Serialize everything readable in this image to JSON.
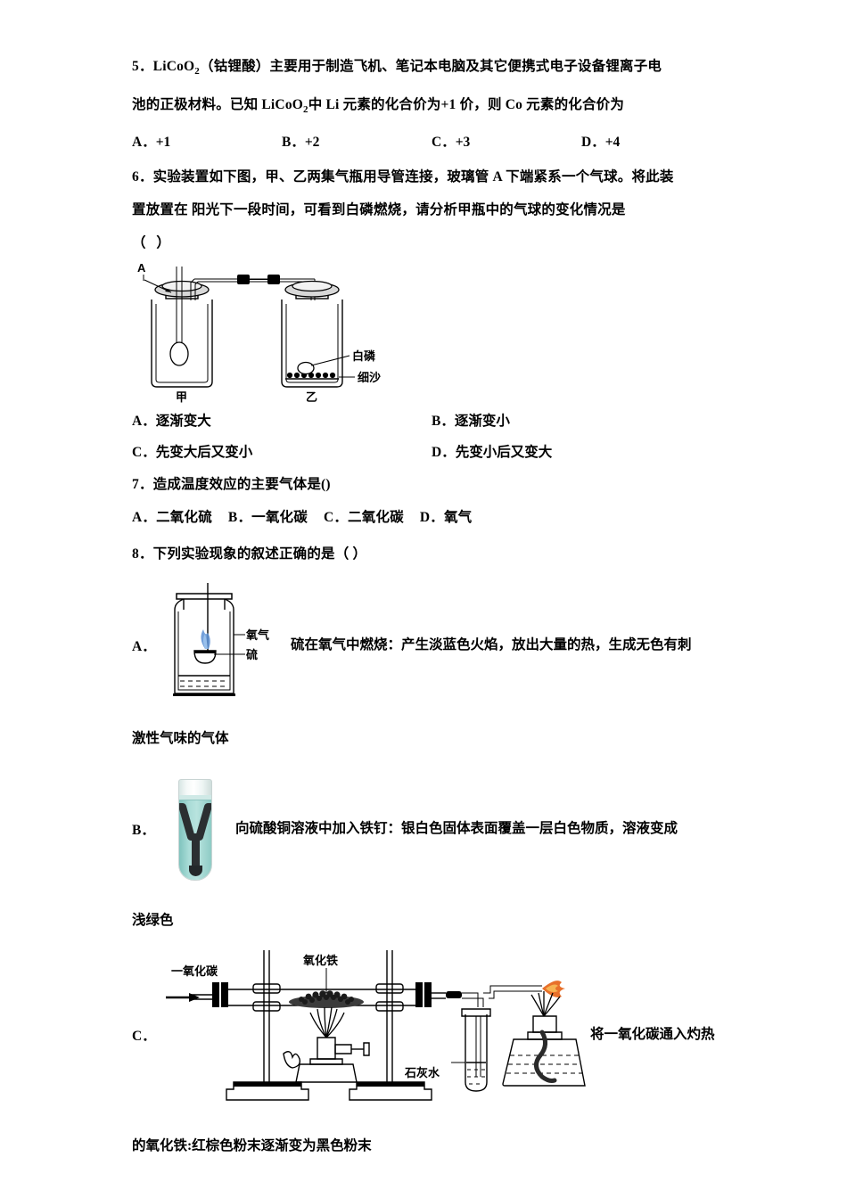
{
  "document": {
    "subject": "chemistry-exam-page"
  },
  "q5": {
    "line1_pre": "5．LiCoO",
    "line1_sub": "2",
    "line1_post": "（钴锂酸）主要用于制造飞机、笔记本电脑及其它便携式电子设备锂离子电",
    "line2_pre": "池的正极材料。已知 LiCoO",
    "line2_sub": "2",
    "line2_post": "中 Li 元素的化合价为+1 价，则 Co 元素的化合价为",
    "options": [
      "A．+1",
      "B．+2",
      "C．+3",
      "D．+4"
    ]
  },
  "q6": {
    "line1": "6．实验装置如下图，甲、乙两集气瓶用导管连接，玻璃管 A 下端紧系一个气球。将此装",
    "line2": "置放置在 阳光下一段时间，可看到白磷燃烧，请分析甲瓶中的气球的变化情况是",
    "line3": "（     ）",
    "figure": {
      "name": "two-gas-bottles-apparatus",
      "label_a": "A",
      "label_left_bottle": "甲",
      "label_right_bottle": "乙",
      "label_phosphorus": "白磷",
      "label_sand": "细沙"
    },
    "options": [
      "A．逐渐变大",
      "B．逐渐变小",
      "C．先变大后又变小",
      "D．先变小后又变大"
    ]
  },
  "q7": {
    "line1": "7．造成温度效应的主要气体是()",
    "options_inline": [
      "A．二氧化硫",
      "B．一氧化碳",
      "C．二氧化碳",
      "D．氧气"
    ]
  },
  "q8": {
    "line1": "8．下列实验现象的叙述正确的是（      ）",
    "optionA": {
      "label": "A．",
      "text": "硫在氧气中燃烧：产生淡蓝色火焰，放出大量的热，生成无色有刺",
      "continuation": "激性气味的气体",
      "figure": {
        "name": "sulfur-burning-in-oxygen-jar",
        "label_oxygen": "氧气",
        "label_sulfur": "硫"
      }
    },
    "optionB": {
      "label": "B．",
      "text": "向硫酸铜溶液中加入铁钉：银白色固体表面覆盖一层白色物质，溶液变成",
      "continuation": "浅绿色",
      "figure": {
        "name": "test-tube-copper-sulfate-iron-nail-photo"
      }
    },
    "optionC": {
      "label": "C．",
      "text": "将一氧化碳通入灼热",
      "continuation": "的氧化铁:红棕色粉末逐渐变为黑色粉末",
      "figure": {
        "name": "carbon-monoxide-reduces-iron-oxide-apparatus",
        "label_co": "一氧化碳",
        "label_iron_oxide": "氧化铁",
        "label_limewater": "石灰水"
      }
    }
  },
  "colors": {
    "ink": "#000000",
    "paper": "#ffffff",
    "flame_blue": "#4a86d0",
    "flame_orange": "#e8702a",
    "solution_teal": "#a9dcd7",
    "nail_dark": "#2b2f31"
  }
}
